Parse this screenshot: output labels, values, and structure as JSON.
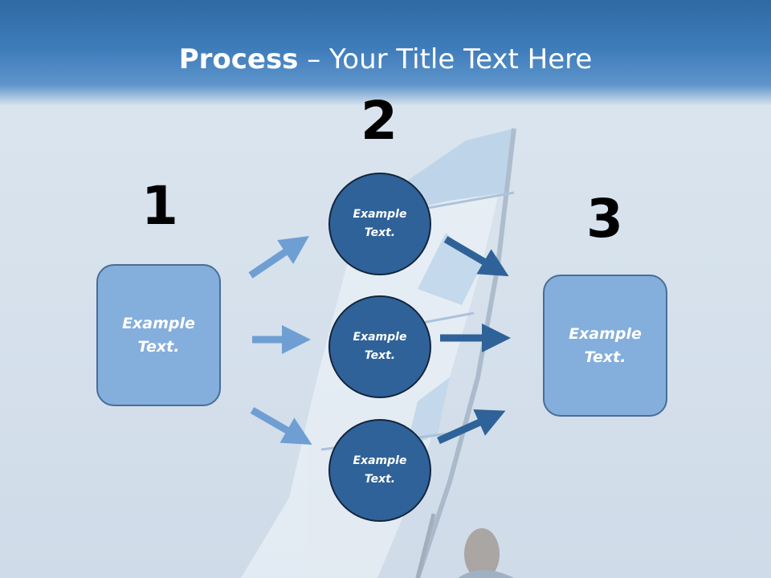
{
  "header": {
    "title_bold": "Process",
    "title_rest": " – Your Title Text Here"
  },
  "steps": {
    "step1_number": "1",
    "step2_number": "2",
    "step3_number": "3"
  },
  "nodes": {
    "left_box": {
      "line1": "Example",
      "line2": "Text."
    },
    "circle_top": {
      "line1": "Example",
      "line2": "Text."
    },
    "circle_middle": {
      "line1": "Example",
      "line2": "Text."
    },
    "circle_bottom": {
      "line1": "Example",
      "line2": "Text."
    },
    "right_box": {
      "line1": "Example",
      "line2": "Text."
    }
  },
  "colors": {
    "header": "#3d7bba",
    "box_fill": "#84aedc",
    "circle_fill": "#2f6298",
    "arrow_light": "#6f9fd2",
    "arrow_dark": "#2f6298"
  }
}
